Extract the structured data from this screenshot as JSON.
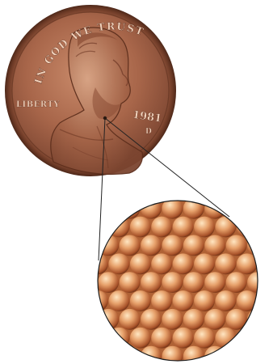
{
  "coin": {
    "motto": "IN GOD WE TRUST",
    "liberty": "LIBERTY",
    "year": "1981",
    "mint_mark": "D"
  },
  "magnified_view": {
    "atom_colors": {
      "highlight": "#ffe6c2",
      "mid": "#e6a06a",
      "shadow": "#a9532a",
      "edge": "#6a2f14",
      "gap": "#b06235"
    }
  }
}
